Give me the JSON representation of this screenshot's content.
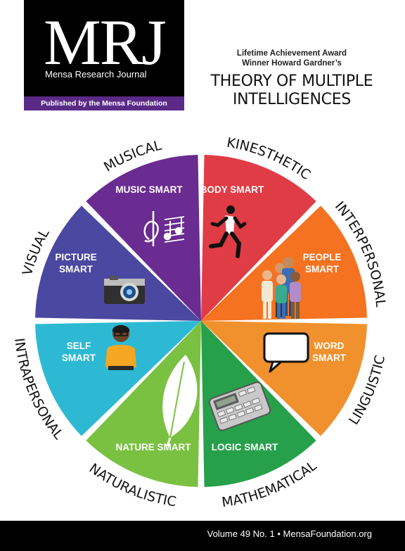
{
  "masthead": {
    "logo": "MRJ",
    "subtitle": "Mensa Research Journal",
    "publisher": "Published by the Mensa Foundation"
  },
  "award": {
    "line1": "Lifetime Achievement Award",
    "line2": "Winner Howard Gardner’s"
  },
  "headline": {
    "line1": "THEORY OF MULTIPLE",
    "line2": "INTELLIGENCES"
  },
  "wheel": {
    "segments": [
      {
        "key": "kinesthetic",
        "color": "#e03c45",
        "outer_label": "KINESTHETIC",
        "inner_lines": [
          "BODY SMART"
        ],
        "icon": "runner-icon"
      },
      {
        "key": "interpersonal",
        "color": "#f47220",
        "outer_label": "INTERPERSONAL",
        "inner_lines": [
          "PEOPLE",
          "SMART"
        ],
        "icon": "people-group-icon"
      },
      {
        "key": "linguistic",
        "color": "#f0912d",
        "outer_label": "LINGUISTIC",
        "inner_lines": [
          "WORD",
          "SMART"
        ],
        "icon": "speech-bubble-icon"
      },
      {
        "key": "mathematical",
        "color": "#27a04b",
        "outer_label": "MATHEMATICAL",
        "inner_lines": [
          "LOGIC SMART"
        ],
        "icon": "calculator-icon"
      },
      {
        "key": "naturalistic",
        "color": "#7ac142",
        "outer_label": "NATURALISTIC",
        "inner_lines": [
          "NATURE SMART"
        ],
        "icon": "leaf-icon"
      },
      {
        "key": "intrapersonal",
        "color": "#2db9d3",
        "outer_label": "INTRAPERSONAL",
        "inner_lines": [
          "SELF",
          "SMART"
        ],
        "icon": "person-icon"
      },
      {
        "key": "visual",
        "color": "#4a48a0",
        "outer_label": "VISUAL",
        "inner_lines": [
          "PICTURE",
          "SMART"
        ],
        "icon": "camera-icon"
      },
      {
        "key": "musical",
        "color": "#6a2c91",
        "outer_label": "MUSICAL",
        "inner_lines": [
          "MUSIC SMART"
        ],
        "icon": "music-notes-icon"
      }
    ]
  },
  "footer": {
    "text": "Volume 49 No. 1 • MensaFoundation.org"
  }
}
